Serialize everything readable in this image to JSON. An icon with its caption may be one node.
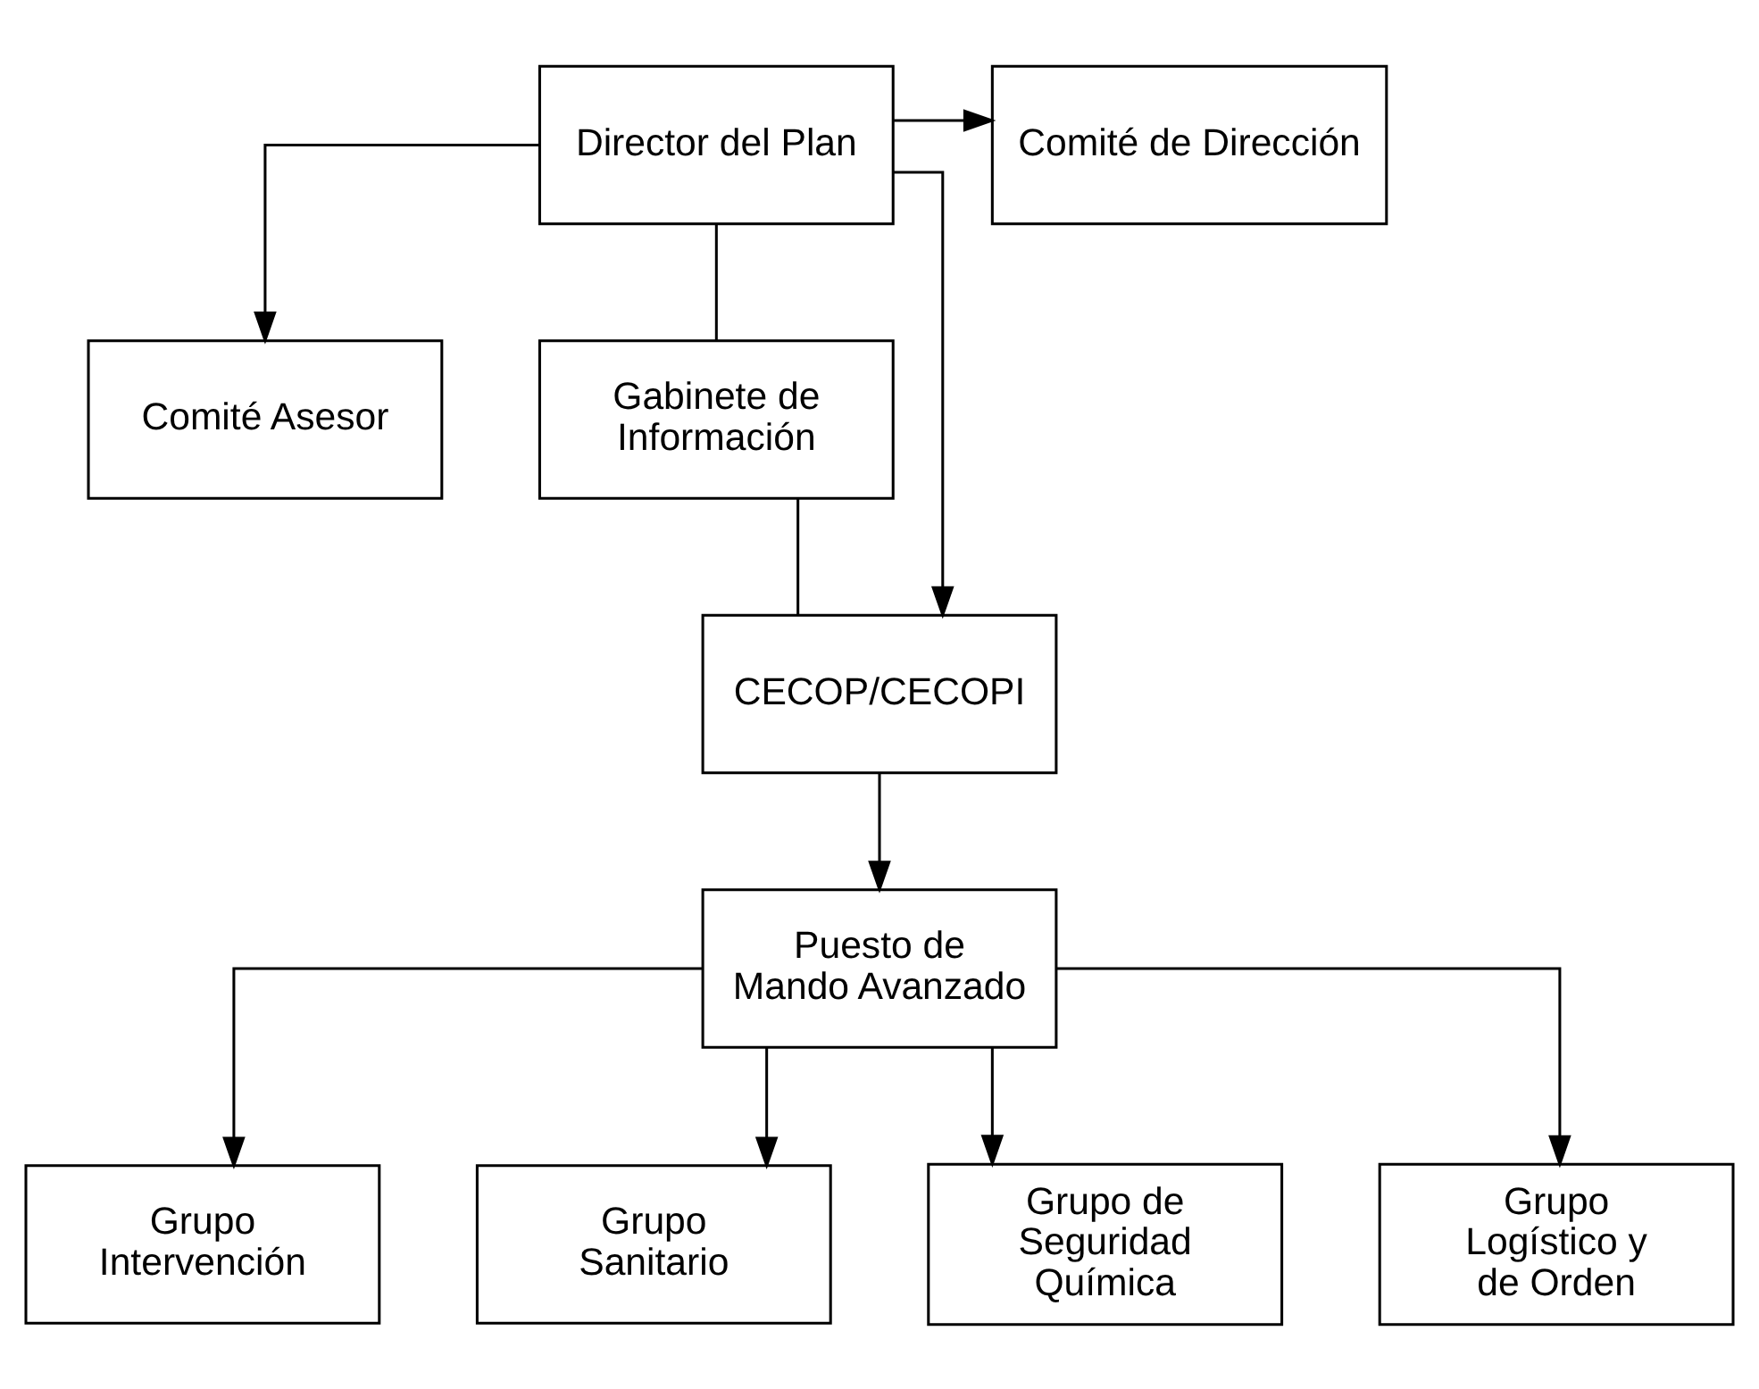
{
  "diagram": {
    "nodes": [
      {
        "text": [
          "Director del Plan"
        ]
      },
      {
        "text": [
          "Comité de Dirección"
        ]
      },
      {
        "text": [
          "Comité Asesor"
        ]
      },
      {
        "text": [
          "Gabinete de Información"
        ]
      },
      {
        "text": [
          "CECOP/CECOPI"
        ]
      },
      {
        "text": [
          "Puesto de Mando Avanzado"
        ]
      },
      {
        "text": [
          "Grupo Intervención"
        ]
      },
      {
        "text": [
          "Grupo Sanitario"
        ]
      },
      {
        "text": [
          "Grupo de Seguridad Química"
        ]
      },
      {
        "text": [
          "Grupo Logístico y de Orden"
        ]
      }
    ],
    "edges": [
      {
        "from": 0,
        "to": 1,
        "arrow": "to"
      },
      {
        "from": 0,
        "to": 2,
        "arrow": "to"
      },
      {
        "from": 0,
        "to": 3,
        "arrow": "none"
      },
      {
        "from": 3,
        "to": 4,
        "arrow": "none"
      },
      {
        "from": 0,
        "to": 4,
        "arrow": "to"
      },
      {
        "from": 4,
        "to": 5,
        "arrow": "to"
      },
      {
        "from": 5,
        "to": 6,
        "arrow": "to"
      },
      {
        "from": 5,
        "to": 7,
        "arrow": "to"
      },
      {
        "from": 5,
        "to": 8,
        "arrow": "to"
      },
      {
        "from": 5,
        "to": 9,
        "arrow": "to"
      }
    ]
  }
}
